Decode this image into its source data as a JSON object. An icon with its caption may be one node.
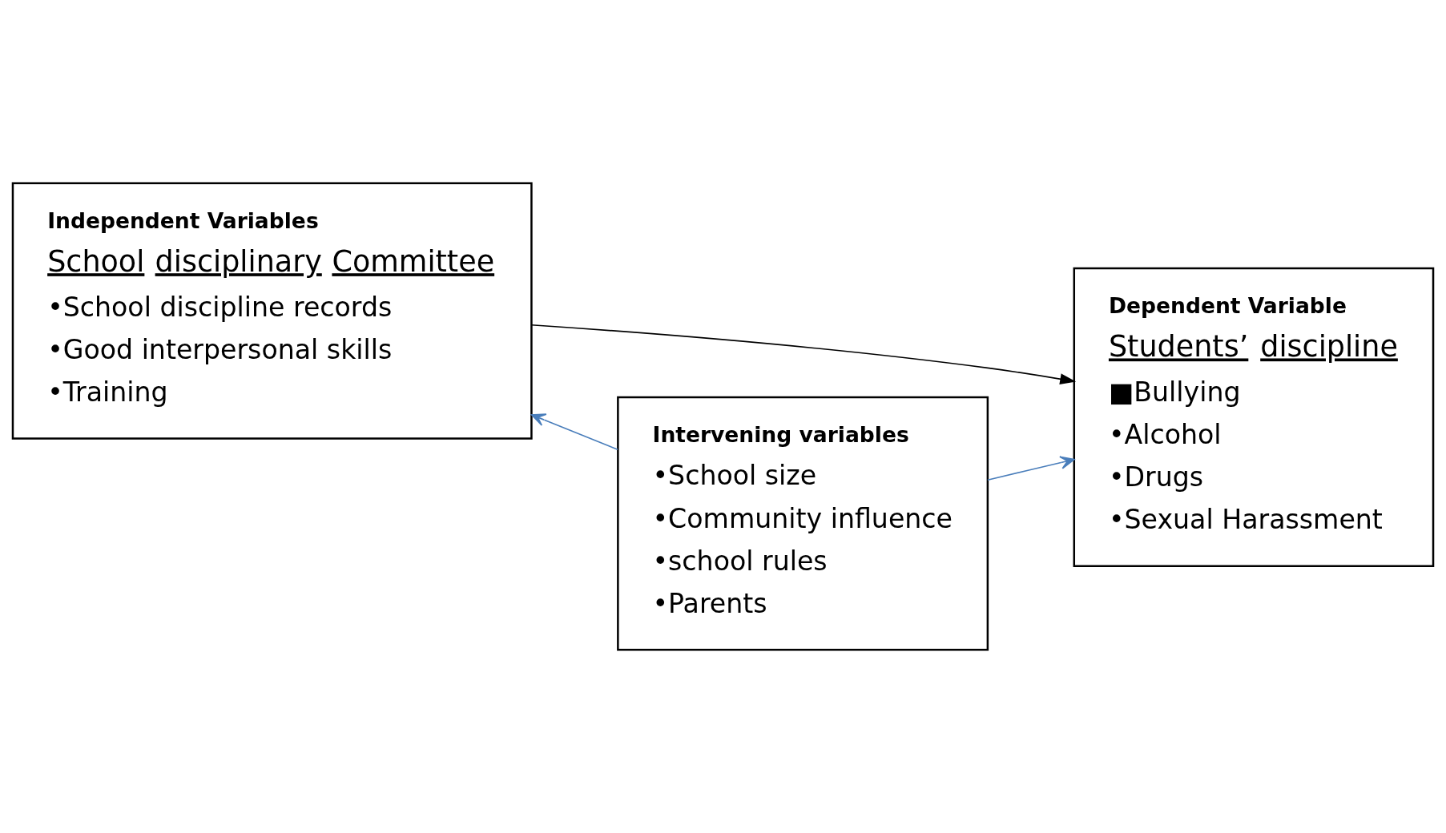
{
  "diagram": {
    "nodes": [
      {
        "text": [
          "Independent Variables",
          "School disciplinary Committee",
          "•School discipline records",
          "•Good interpersonal skills",
          "•Training"
        ]
      },
      {
        "text": [
          "Intervening variables",
          "•School size",
          "•Community influence",
          "•school rules",
          "•Parents"
        ]
      },
      {
        "text": [
          "Dependent Variable",
          "Students’ discipline",
          "■Bullying",
          "•Alcohol",
          "•Drugs",
          "•Sexual Harassment"
        ]
      }
    ],
    "edges": [
      {
        "from": 0,
        "to": 2,
        "arrow": "to",
        "color": "#000000"
      },
      {
        "from": 1,
        "to": 0,
        "arrow": "to"
      },
      {
        "from": 1,
        "to": 2,
        "arrow": "to"
      }
    ]
  }
}
